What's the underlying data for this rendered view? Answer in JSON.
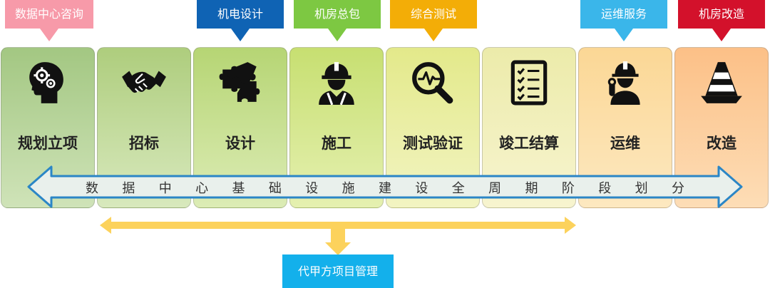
{
  "callouts": [
    {
      "text": "数据中心咨询",
      "color": "#f79aa9"
    },
    {
      "text": "机电设计",
      "color": "#0f63b4"
    },
    {
      "text": "机房总包",
      "color": "#7dc842"
    },
    {
      "text": "综合测试",
      "color": "#f3ad07"
    },
    {
      "text": "运维服务",
      "color": "#3ab6ea"
    },
    {
      "text": "机房改造",
      "color": "#d3112b"
    }
  ],
  "stages": [
    {
      "label": "规划立项",
      "icon": "head-gears-icon",
      "color_top": "#a3c782",
      "color_bottom": "#cfe3b8"
    },
    {
      "label": "招标",
      "icon": "handshake-icon",
      "color_top": "#aecd7d",
      "color_bottom": "#d8e9bd"
    },
    {
      "label": "设计",
      "icon": "puzzle-icon",
      "color_top": "#b6d574",
      "color_bottom": "#dcecb5"
    },
    {
      "label": "施工",
      "icon": "construction-worker-icon",
      "color_top": "#c7df71",
      "color_bottom": "#e5f0b0"
    },
    {
      "label": "测试验证",
      "icon": "magnifier-pulse-icon",
      "color_top": "#e3e98a",
      "color_bottom": "#f2f4c2"
    },
    {
      "label": "竣工结算",
      "icon": "checklist-icon",
      "color_top": "#ecebaa",
      "color_bottom": "#f7f4cf"
    },
    {
      "label": "运维",
      "icon": "maintenance-worker-icon",
      "color_top": "#fbd795",
      "color_bottom": "#fde8c0"
    },
    {
      "label": "改造",
      "icon": "traffic-cone-icon",
      "color_top": "#fcc087",
      "color_bottom": "#fdddb6"
    }
  ],
  "arrow_text": "数据中心基础设施建设全周期阶段划分",
  "management_label": "代甲方项目管理",
  "arrow_fill": "#e9f0ec",
  "arrow_stroke": "#2b86c6",
  "bracket_color": "#fcd25c"
}
